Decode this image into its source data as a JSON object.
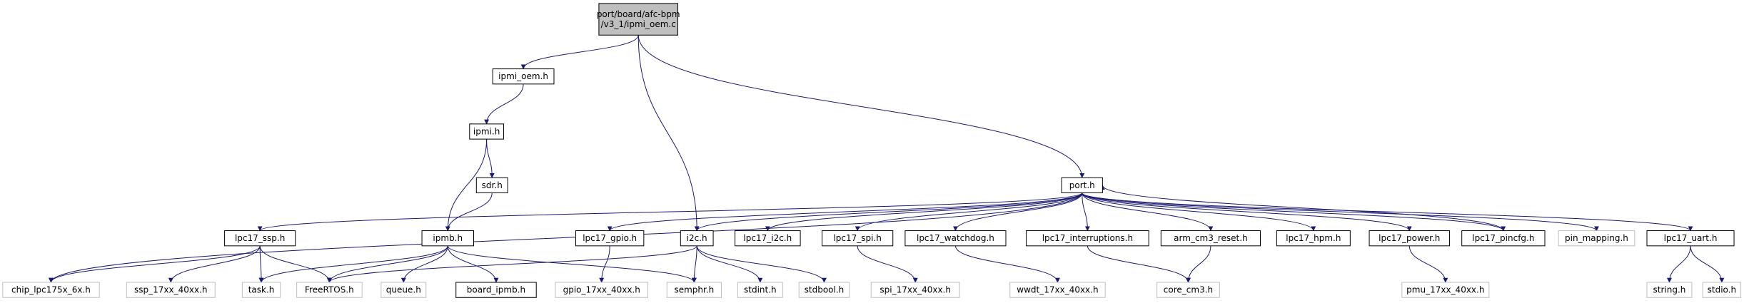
{
  "nodes": {
    "root": {
      "lines": [
        "port/board/afc-bpm",
        "/v3_1/ipmi_oem.c"
      ],
      "style": "root"
    },
    "ipmi_oem": {
      "lines": [
        "ipmi_oem.h"
      ],
      "style": "normal"
    },
    "ipmi": {
      "lines": [
        "ipmi.h"
      ],
      "style": "normal"
    },
    "sdr": {
      "lines": [
        "sdr.h"
      ],
      "style": "normal"
    },
    "ipmb": {
      "lines": [
        "ipmb.h"
      ],
      "style": "normal"
    },
    "port": {
      "lines": [
        "port.h"
      ],
      "style": "normal"
    },
    "lpc17_ssp": {
      "lines": [
        "lpc17_ssp.h"
      ],
      "style": "normal"
    },
    "lpc17_gpio": {
      "lines": [
        "lpc17_gpio.h"
      ],
      "style": "normal"
    },
    "i2c": {
      "lines": [
        "i2c.h"
      ],
      "style": "normal"
    },
    "lpc17_i2c": {
      "lines": [
        "lpc17_i2c.h"
      ],
      "style": "normal"
    },
    "lpc17_spi": {
      "lines": [
        "lpc17_spi.h"
      ],
      "style": "normal"
    },
    "lpc17_watchdog": {
      "lines": [
        "lpc17_watchdog.h"
      ],
      "style": "normal"
    },
    "lpc17_interruptions": {
      "lines": [
        "lpc17_interruptions.h"
      ],
      "style": "normal"
    },
    "arm_cm3_reset": {
      "lines": [
        "arm_cm3_reset.h"
      ],
      "style": "normal"
    },
    "lpc17_hpm": {
      "lines": [
        "lpc17_hpm.h"
      ],
      "style": "normal"
    },
    "lpc17_power": {
      "lines": [
        "lpc17_power.h"
      ],
      "style": "normal"
    },
    "lpc17_pincfg": {
      "lines": [
        "lpc17_pincfg.h"
      ],
      "style": "normal"
    },
    "pin_mapping": {
      "lines": [
        "pin_mapping.h"
      ],
      "style": "external"
    },
    "lpc17_uart": {
      "lines": [
        "lpc17_uart.h"
      ],
      "style": "normal"
    },
    "chip_lpc175x": {
      "lines": [
        "chip_lpc175x_6x.h"
      ],
      "style": "external"
    },
    "ssp_17xx": {
      "lines": [
        "ssp_17xx_40xx.h"
      ],
      "style": "external"
    },
    "task": {
      "lines": [
        "task.h"
      ],
      "style": "external"
    },
    "freertos": {
      "lines": [
        "FreeRTOS.h"
      ],
      "style": "external"
    },
    "queue": {
      "lines": [
        "queue.h"
      ],
      "style": "external"
    },
    "board_ipmb": {
      "lines": [
        "board_ipmb.h"
      ],
      "style": "normal"
    },
    "gpio_17xx": {
      "lines": [
        "gpio_17xx_40xx.h"
      ],
      "style": "external"
    },
    "semphr": {
      "lines": [
        "semphr.h"
      ],
      "style": "external"
    },
    "stdint": {
      "lines": [
        "stdint.h"
      ],
      "style": "external"
    },
    "stdbool": {
      "lines": [
        "stdbool.h"
      ],
      "style": "external"
    },
    "spi_17xx": {
      "lines": [
        "spi_17xx_40xx.h"
      ],
      "style": "external"
    },
    "wwdt_17xx": {
      "lines": [
        "wwdt_17xx_40xx.h"
      ],
      "style": "external"
    },
    "core_cm3": {
      "lines": [
        "core_cm3.h"
      ],
      "style": "external"
    },
    "pmu_17xx": {
      "lines": [
        "pmu_17xx_40xx.h"
      ],
      "style": "external"
    },
    "string": {
      "lines": [
        "string.h"
      ],
      "style": "external"
    },
    "stdio": {
      "lines": [
        "stdio.h"
      ],
      "style": "external"
    }
  },
  "edges": [
    [
      "root",
      "ipmi_oem"
    ],
    [
      "root",
      "i2c"
    ],
    [
      "root",
      "port"
    ],
    [
      "ipmi_oem",
      "ipmi"
    ],
    [
      "ipmi",
      "sdr"
    ],
    [
      "ipmi",
      "ipmb"
    ],
    [
      "sdr",
      "ipmb"
    ],
    [
      "ipmb",
      "task"
    ],
    [
      "ipmb",
      "freertos"
    ],
    [
      "ipmb",
      "queue"
    ],
    [
      "ipmb",
      "board_ipmb"
    ],
    [
      "ipmb",
      "semphr"
    ],
    [
      "port",
      "chip_lpc175x"
    ],
    [
      "port",
      "lpc17_ssp"
    ],
    [
      "port",
      "lpc17_gpio"
    ],
    [
      "port",
      "i2c"
    ],
    [
      "port",
      "lpc17_i2c"
    ],
    [
      "port",
      "lpc17_spi"
    ],
    [
      "port",
      "lpc17_watchdog"
    ],
    [
      "port",
      "lpc17_interruptions"
    ],
    [
      "port",
      "arm_cm3_reset"
    ],
    [
      "port",
      "lpc17_hpm"
    ],
    [
      "port",
      "lpc17_power"
    ],
    [
      "port",
      "lpc17_pincfg"
    ],
    [
      "port",
      "pin_mapping"
    ],
    [
      "port",
      "lpc17_uart"
    ],
    [
      "lpc17_pincfg",
      "port"
    ],
    [
      "lpc17_ssp",
      "chip_lpc175x"
    ],
    [
      "lpc17_ssp",
      "ssp_17xx"
    ],
    [
      "lpc17_ssp",
      "task"
    ],
    [
      "lpc17_ssp",
      "freertos"
    ],
    [
      "lpc17_gpio",
      "gpio_17xx"
    ],
    [
      "i2c",
      "freertos"
    ],
    [
      "i2c",
      "semphr"
    ],
    [
      "i2c",
      "stdint"
    ],
    [
      "i2c",
      "stdbool"
    ],
    [
      "lpc17_spi",
      "spi_17xx"
    ],
    [
      "lpc17_watchdog",
      "wwdt_17xx"
    ],
    [
      "lpc17_interruptions",
      "core_cm3"
    ],
    [
      "arm_cm3_reset",
      "core_cm3"
    ],
    [
      "lpc17_power",
      "pmu_17xx"
    ],
    [
      "lpc17_uart",
      "string"
    ],
    [
      "lpc17_uart",
      "stdio"
    ]
  ],
  "colors": {
    "root_fill": "#bfbfbf",
    "edge": "#191970",
    "external_border": "#bfbfbf",
    "node_border": "#000000"
  }
}
